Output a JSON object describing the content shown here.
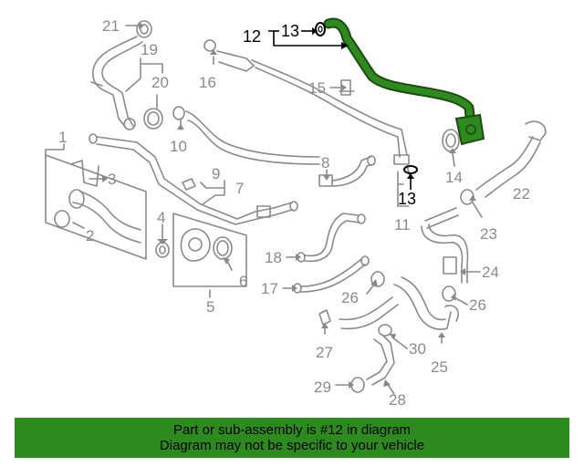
{
  "diagram": {
    "colors": {
      "parts": "#8a8a8a",
      "highlight": "#2e6b1a",
      "highlight_fill": "#2e8a1e",
      "banner": "#2e8a1e"
    },
    "labels": {
      "l1": "1",
      "l2": "2",
      "l3": "3",
      "l4": "4",
      "l5": "5",
      "l6": "6",
      "l7": "7",
      "l8": "8",
      "l9": "9",
      "l10": "10",
      "l11": "11",
      "l12": "12",
      "l13a": "13",
      "l13b": "13",
      "l14": "14",
      "l15": "15",
      "l16": "16",
      "l17": "17",
      "l18": "18",
      "l19": "19",
      "l20": "20",
      "l21": "21",
      "l22": "22",
      "l23": "23",
      "l24": "24",
      "l25": "25",
      "l26a": "26",
      "l26b": "26",
      "l27": "27",
      "l28": "28",
      "l29": "29",
      "l30": "30"
    }
  },
  "banner": {
    "line1": "Part or sub-assembly is #12 in diagram",
    "line2": "Diagram may not be specific to your vehicle"
  }
}
